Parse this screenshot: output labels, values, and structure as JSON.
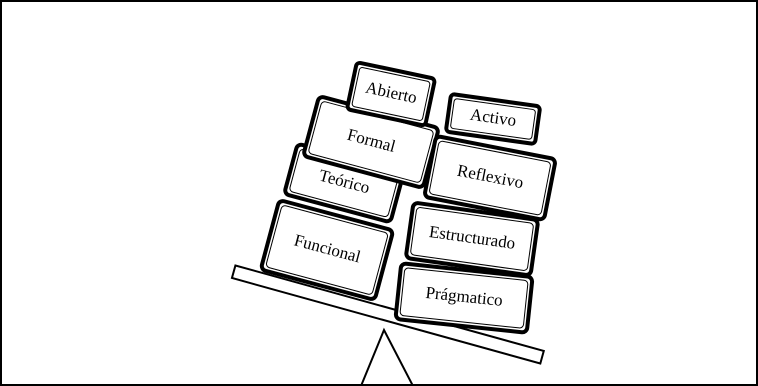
{
  "diagram": {
    "left_stack": [
      "Abierto",
      "Formal",
      "Teórico",
      "Funcional"
    ],
    "right_stack": [
      "Activo",
      "Reflexivo",
      "Estructurado",
      "Prágmatico"
    ],
    "colors": {
      "stroke": "#000000",
      "fill": "#ffffff"
    }
  }
}
